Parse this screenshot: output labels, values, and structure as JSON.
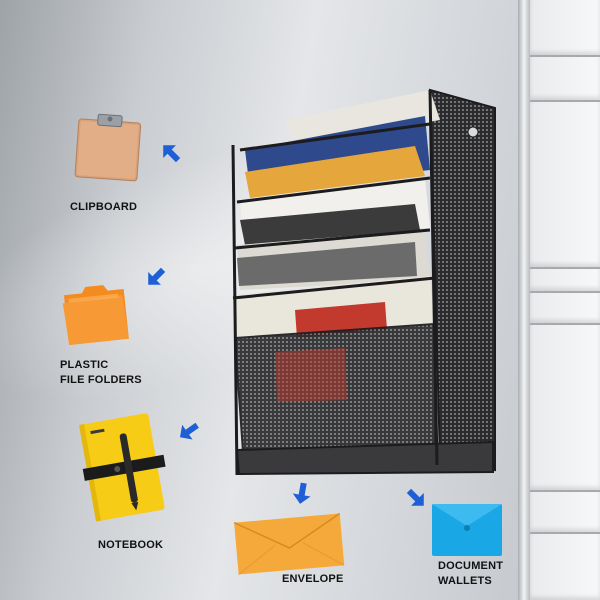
{
  "labels": {
    "clipboard": "CLIPBOARD",
    "plastic_file_folders": "PLASTIC\nFILE FOLDERS",
    "notebook": "NOTEBOOK",
    "envelope": "ENVELOPE",
    "document_wallets": "DOCUMENT\nWALLETS"
  },
  "colors": {
    "arrow": "#1f5fd6",
    "clipboard": "#d9a27a",
    "folder": "#f58a1f",
    "notebook": "#f7cc16",
    "envelope": "#f6a93b",
    "wallet": "#1aa7e6",
    "organizer_frame": "#2b2b2d"
  },
  "icons": [
    "clipboard-icon",
    "folder-icon",
    "notebook-icon",
    "envelope-icon",
    "document-wallet-icon",
    "arrow-icon"
  ]
}
